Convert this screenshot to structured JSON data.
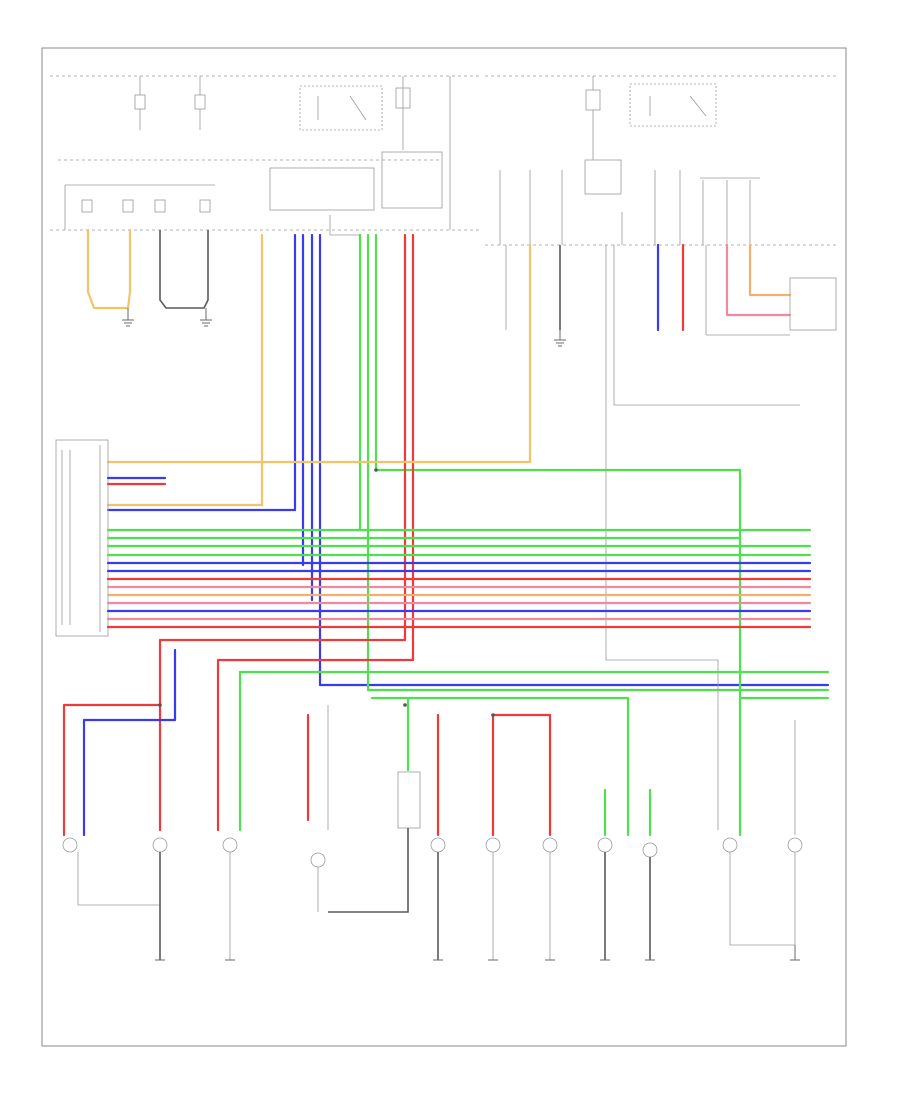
{
  "diagram": {
    "footer_label": "",
    "colors": {
      "yellow": "#f2c46a",
      "blue": "#3a3aee",
      "red": "#ee3a3a",
      "green": "#4ee04e",
      "pink": "#ee8aa0",
      "orange": "#f0b070",
      "gray": "#5a5a5a"
    },
    "elements": [
      {
        "name": "fuse-relay-box-left",
        "label": ""
      },
      {
        "name": "fuse-relay-box-right",
        "label": ""
      },
      {
        "name": "lighting-control-module",
        "label": ""
      },
      {
        "name": "ground-g1",
        "label": ""
      },
      {
        "name": "ground-g2",
        "label": ""
      },
      {
        "name": "ground-g3",
        "label": ""
      },
      {
        "name": "body-control-module-connector",
        "label": ""
      },
      {
        "name": "trailer-connector",
        "label": ""
      },
      {
        "name": "left-front-lamp",
        "label": ""
      },
      {
        "name": "right-front-lamp",
        "label": ""
      },
      {
        "name": "left-rear-lamp",
        "label": ""
      },
      {
        "name": "right-rear-lamp",
        "label": ""
      },
      {
        "name": "license-lamp",
        "label": ""
      },
      {
        "name": "high-mount-stop-lamp",
        "label": ""
      }
    ]
  }
}
